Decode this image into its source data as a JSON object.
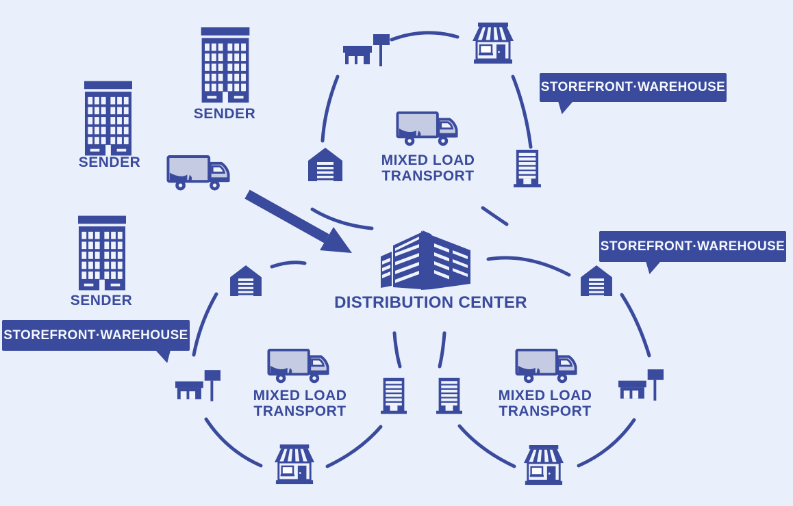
{
  "palette": {
    "background": "#e9f0fb",
    "primary": "#3a4a9c",
    "truck_body_fill": "#c6cbe4",
    "cutout_fill": "#eef3fd",
    "callout_text": "#f5f8fe"
  },
  "senders": [
    {
      "label": "SENDER"
    },
    {
      "label": "SENDER"
    },
    {
      "label": "SENDER"
    }
  ],
  "distribution_center": {
    "label": "DISTRIBUTION CENTER"
  },
  "routes": [
    {
      "line1": "MIXED LOAD",
      "line2": "TRANSPORT"
    },
    {
      "line1": "MIXED LOAD",
      "line2": "TRANSPORT"
    },
    {
      "line1": "MIXED LOAD",
      "line2": "TRANSPORT"
    }
  ],
  "callouts": [
    {
      "label": "STOREFRONT·WAREHOUSE"
    },
    {
      "label": "STOREFRONT·WAREHOUSE"
    },
    {
      "label": "STOREFRONT·WAREHOUSE"
    }
  ],
  "icons": {
    "sender": "office-building-icon",
    "transport": "truck-icon",
    "warehouse": "warehouse-icon",
    "storefront": "storefront-awning-icon",
    "shop_sign": "shop-with-signpole-icon",
    "distribution_center": "isometric-building-icon",
    "flow": "arrow-down-right-icon"
  }
}
